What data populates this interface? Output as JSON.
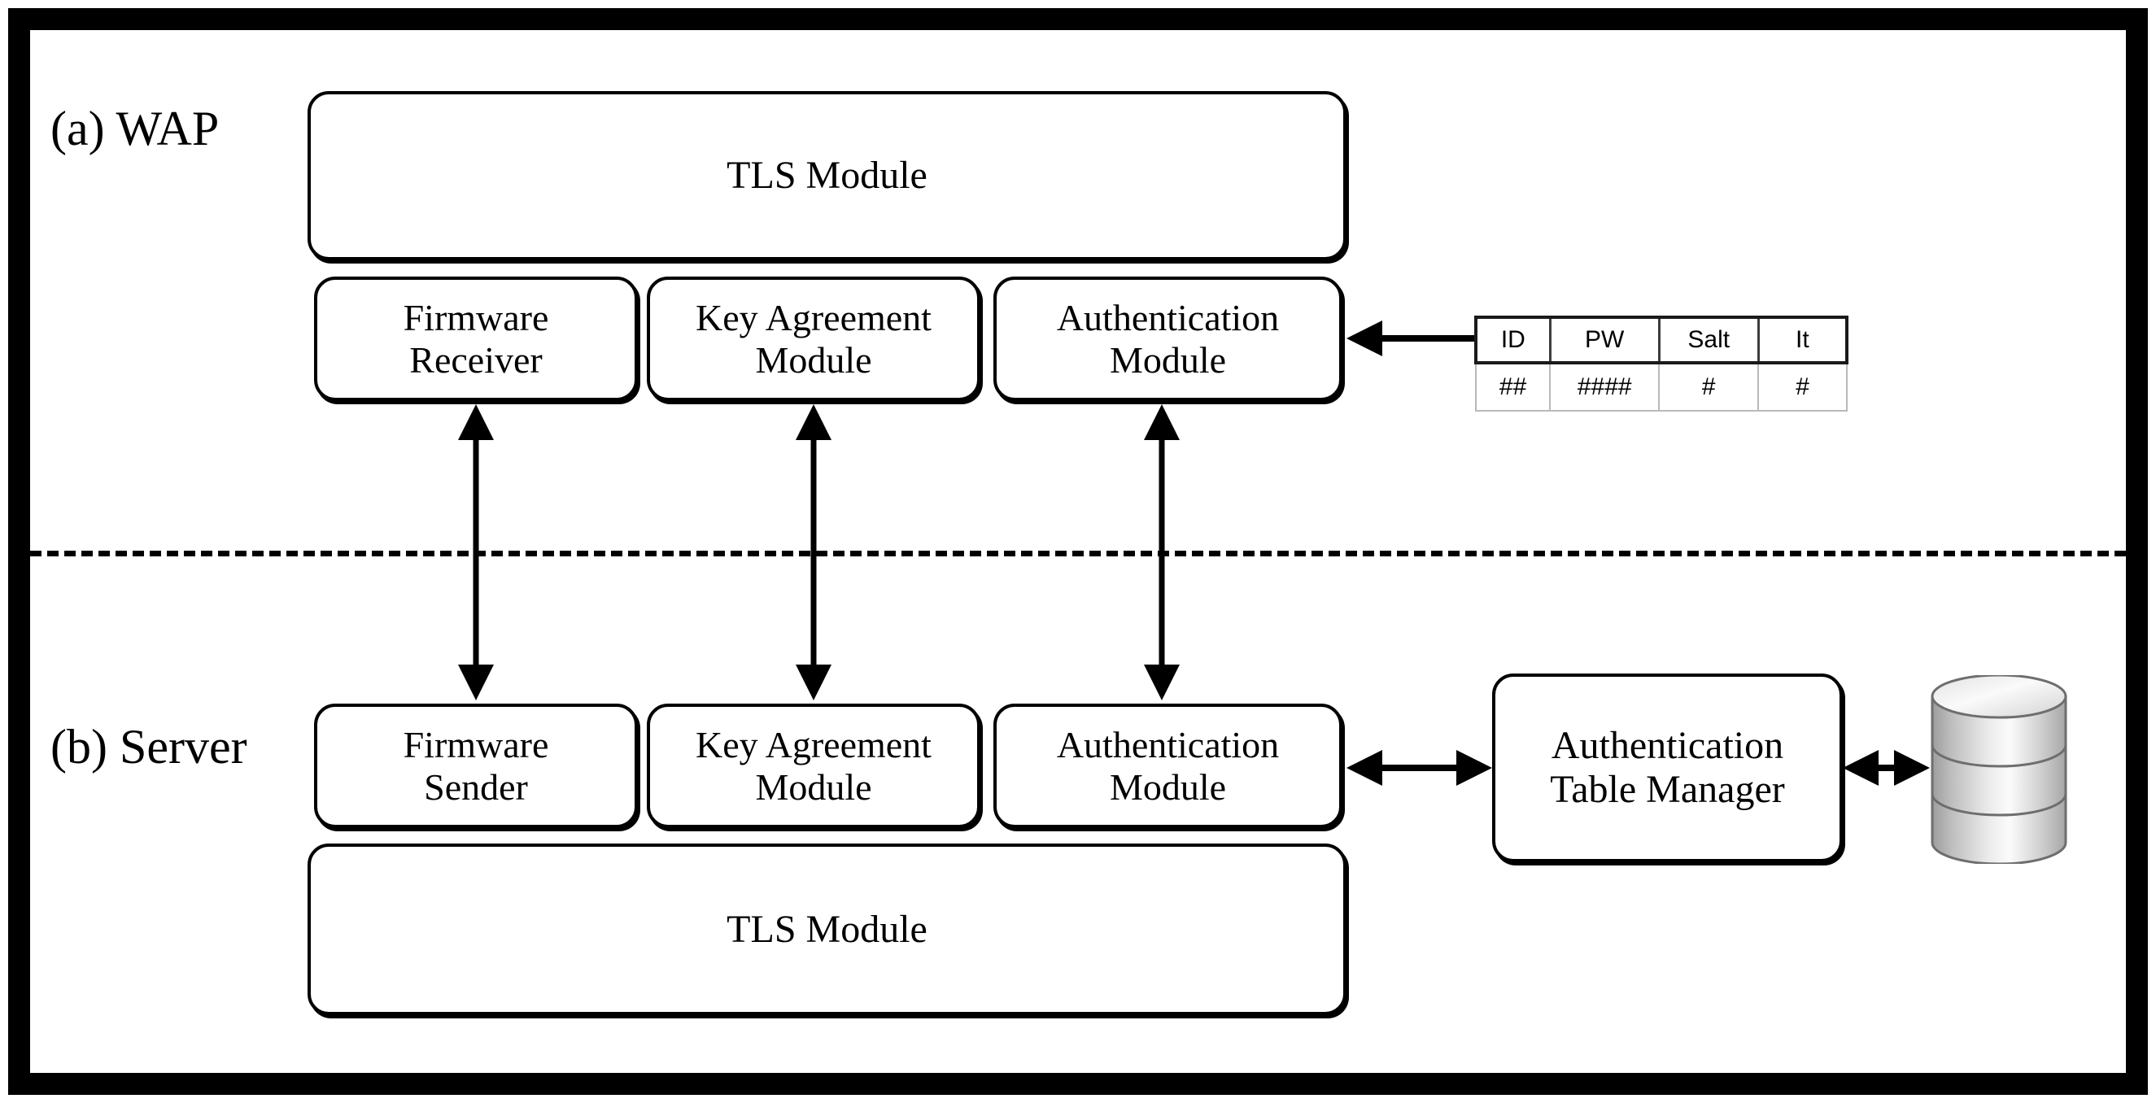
{
  "figure": {
    "sections": [
      {
        "id": "wap",
        "label": "(a) WAP"
      },
      {
        "id": "server",
        "label": "(b) Server"
      }
    ]
  },
  "wap": {
    "tls_module": "TLS Module",
    "modules": [
      {
        "id": "firmware-receiver",
        "line1": "Firmware",
        "line2": "Receiver"
      },
      {
        "id": "key-agreement-module",
        "line1": "Key Agreement",
        "line2": "Module"
      },
      {
        "id": "authentication-module",
        "line1": "Authentication",
        "line2": "Module"
      }
    ]
  },
  "server": {
    "tls_module": "TLS Module",
    "modules": [
      {
        "id": "firmware-sender",
        "line1": "Firmware",
        "line2": "Sender"
      },
      {
        "id": "key-agreement-module",
        "line1": "Key Agreement",
        "line2": "Module"
      },
      {
        "id": "authentication-module",
        "line1": "Authentication",
        "line2": "Module"
      }
    ],
    "table_manager": {
      "line1": "Authentication",
      "line2": "Table Manager"
    },
    "database_icon": "database-cylinder-icon"
  },
  "auth_table": {
    "headers": [
      "ID",
      "PW",
      "Salt",
      "It"
    ],
    "rows": [
      [
        "##",
        "####",
        "#",
        "#"
      ]
    ]
  },
  "connectors": [
    {
      "id": "firmware-link",
      "type": "double-arrow",
      "orientation": "vertical"
    },
    {
      "id": "key-agreement-link",
      "type": "double-arrow",
      "orientation": "vertical"
    },
    {
      "id": "authentication-link",
      "type": "double-arrow",
      "orientation": "vertical"
    },
    {
      "id": "table-to-auth-module",
      "type": "single-arrow",
      "orientation": "horizontal-left"
    },
    {
      "id": "auth-module-to-table-manager",
      "type": "double-arrow",
      "orientation": "horizontal"
    },
    {
      "id": "table-manager-to-database",
      "type": "double-arrow",
      "orientation": "horizontal"
    }
  ],
  "colors": {
    "stroke": "#000000",
    "background": "#ffffff",
    "table_grid": "#b9b9b9",
    "cylinder_light": "#f4f4f4",
    "cylinder_mid": "#d0d0d0",
    "cylinder_dark": "#9a9a9a"
  }
}
